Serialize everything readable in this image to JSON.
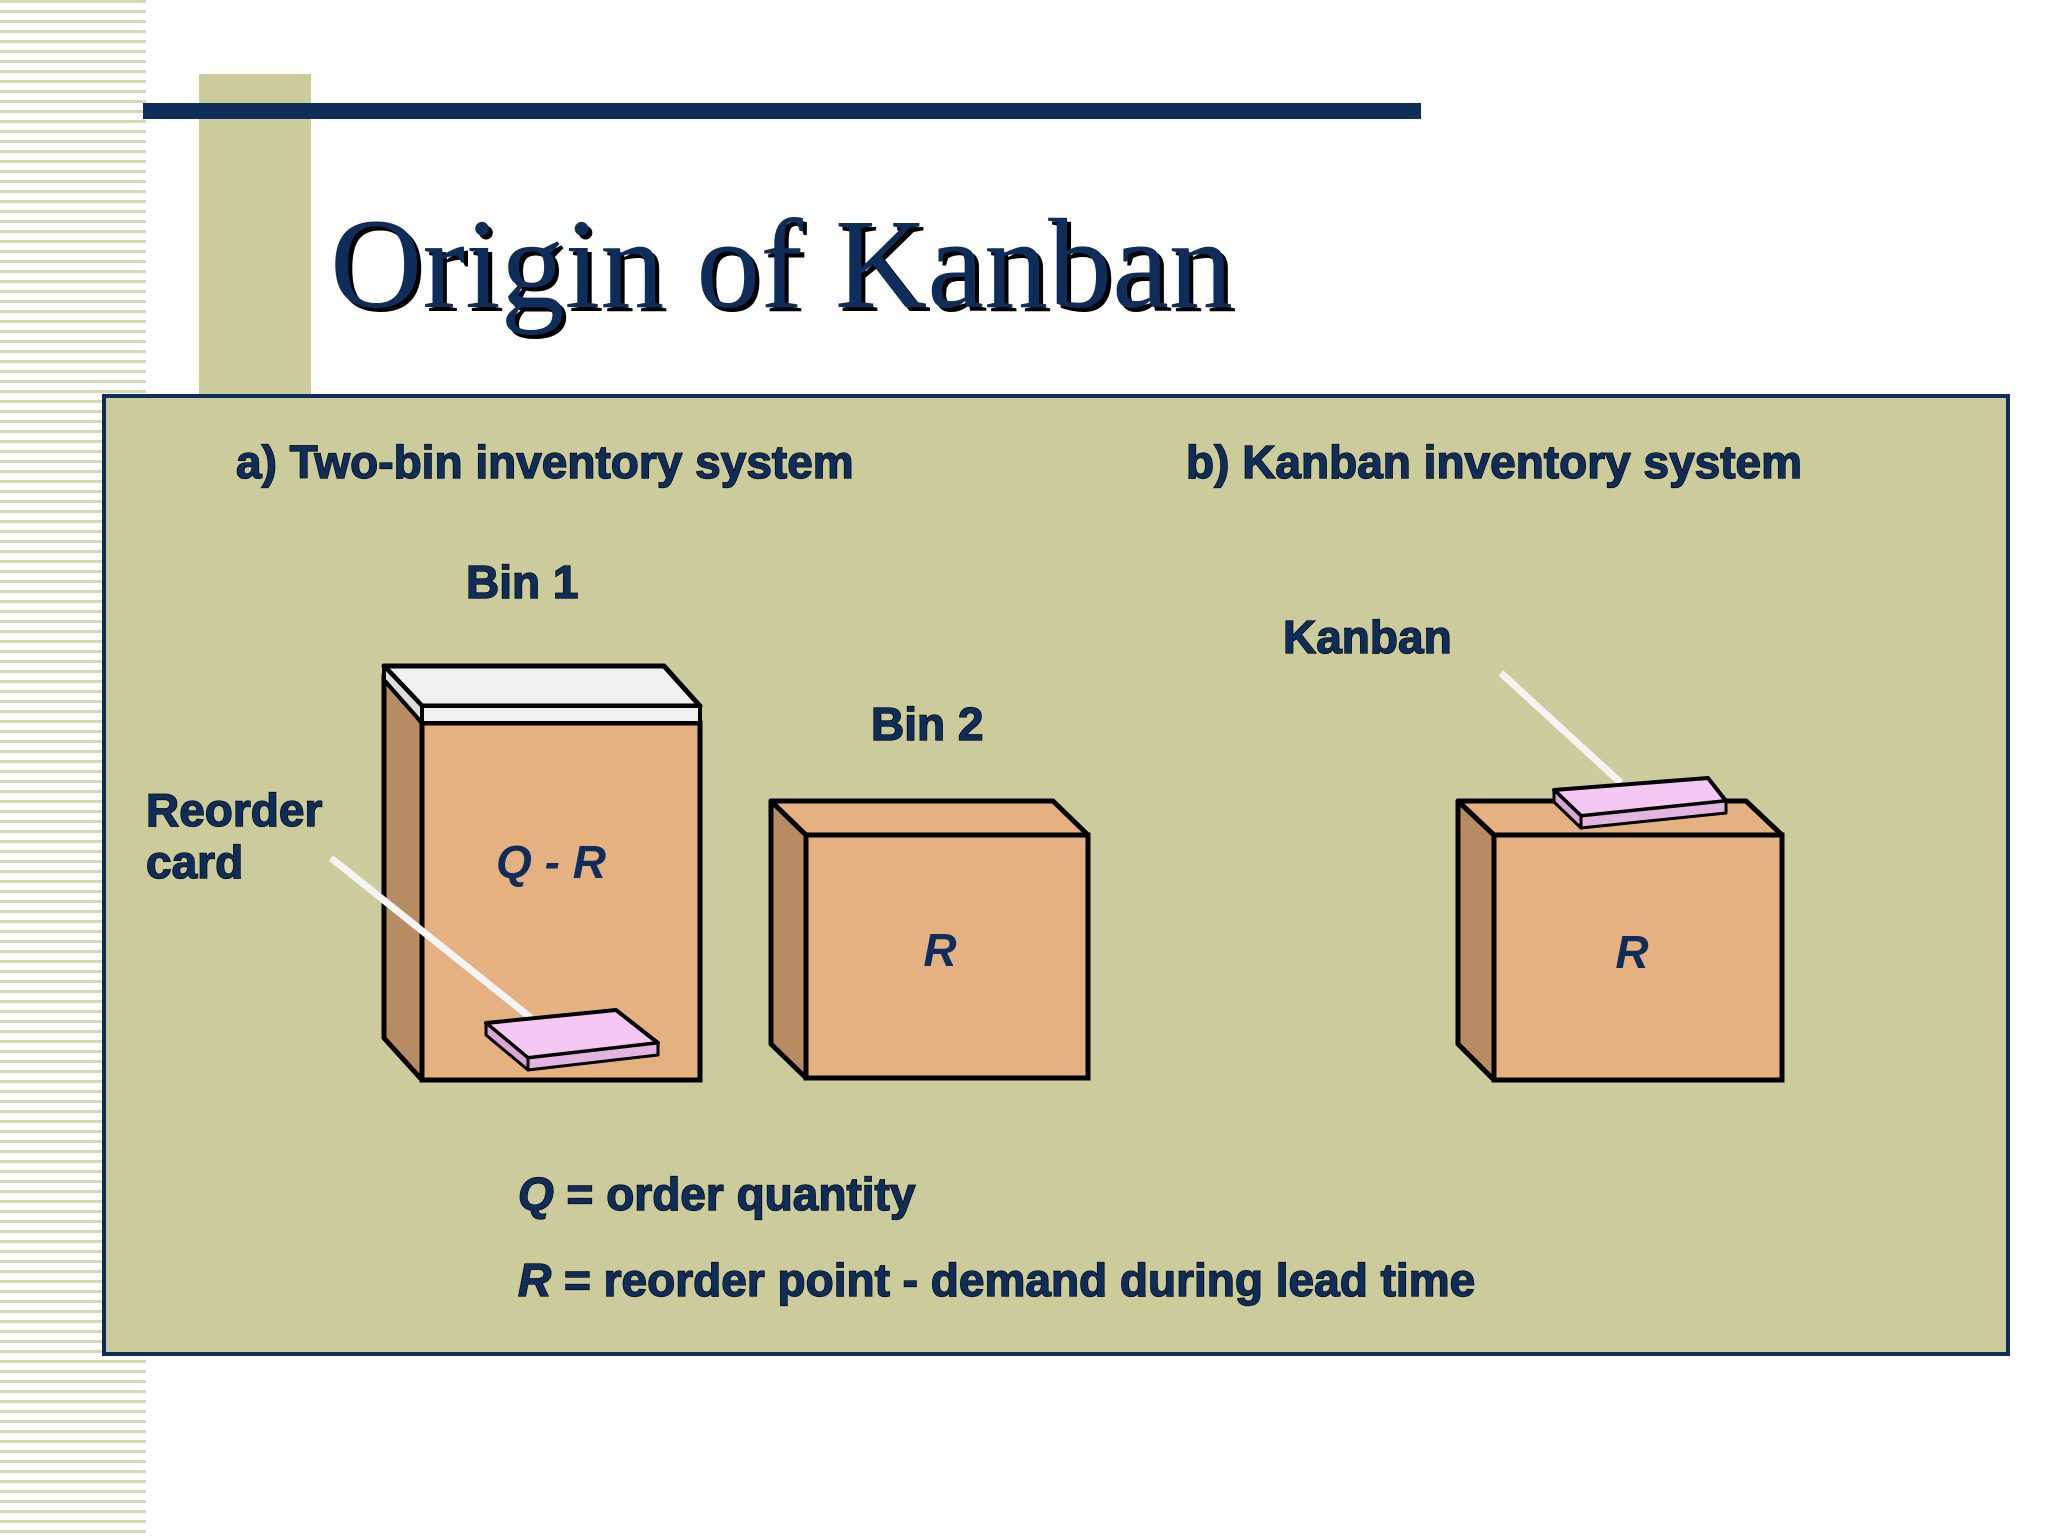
{
  "slide": {
    "title": "Origin of Kanban",
    "colors": {
      "navy": "#0f2d5a",
      "olive": "#cccb9c",
      "box": "#e6b181",
      "box_side": "#b88c63",
      "card": "#f4c8f2"
    }
  },
  "diagram": {
    "section_a": "a) Two-bin inventory system",
    "section_b": "b) Kanban inventory system",
    "bin1_label": "Bin 1",
    "bin2_label": "Bin 2",
    "bin1_content": "Q - R",
    "bin2_content": "R",
    "kanban_bin_content": "R",
    "reorder_card_line1": "Reorder",
    "reorder_card_line2": "card",
    "kanban_label": "Kanban",
    "legend": {
      "q_symbol": "Q",
      "q_text": " = order quantity",
      "r_symbol": "R",
      "r_text": " = reorder point - demand during lead time"
    }
  }
}
